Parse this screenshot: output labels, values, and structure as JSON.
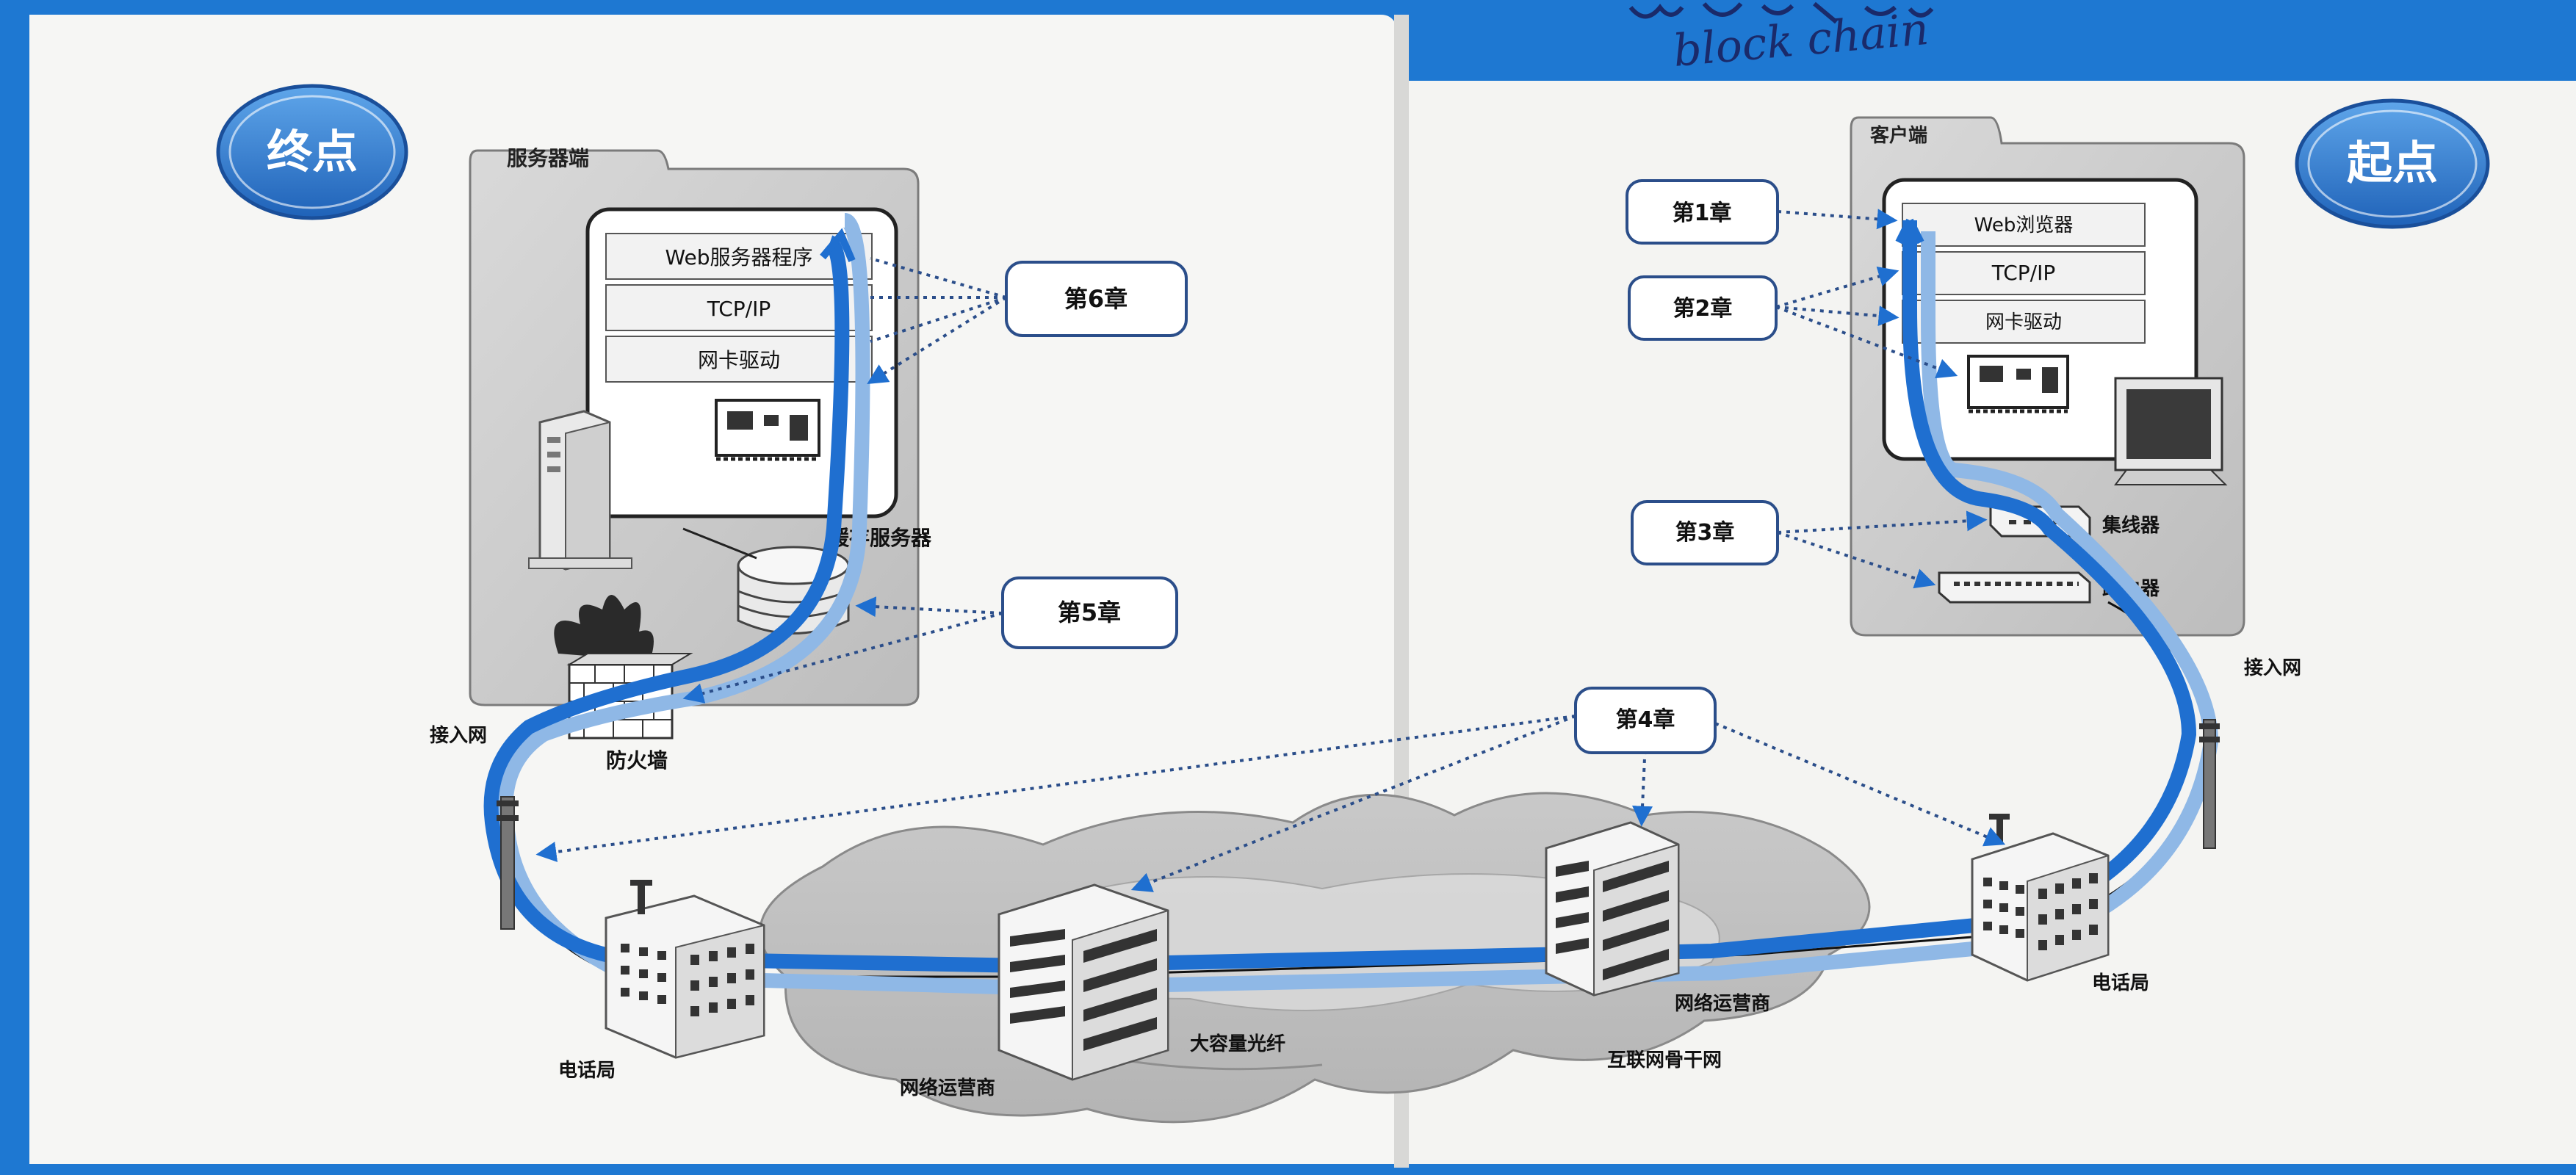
{
  "endpoints": {
    "end": "终点",
    "start": "起点"
  },
  "server_side": {
    "title": "服务器端",
    "layers": [
      "Web服务器程序",
      "TCP/IP",
      "网卡驱动"
    ],
    "cache_server": "缓存服务器",
    "firewall": "防火墙",
    "access_network": "接入网",
    "phone_office": "电话局",
    "carrier": "网络运营商"
  },
  "client_side": {
    "title": "客户端",
    "layers": [
      "Web浏览器",
      "TCP/IP",
      "网卡驱动"
    ],
    "hub": "集线器",
    "router": "路由器",
    "access_network": "接入网",
    "phone_office": "电话局",
    "carrier": "网络运营商"
  },
  "core": {
    "fiber": "大容量光纤",
    "backbone": "互联网骨干网"
  },
  "chapters": {
    "ch1": "第1章",
    "ch2": "第2章",
    "ch3": "第3章",
    "ch4": "第4章",
    "ch5": "第5章",
    "ch6": "第6章"
  },
  "handwriting": {
    "line2": "block chain"
  },
  "colors": {
    "page_border_blue": "#1f7fd4",
    "path_dark": "#1f6fd0",
    "path_light": "#8fb8e6",
    "chapter_border": "#2b4e8a",
    "badge_fill": "#2f77cc"
  },
  "icons": [
    "server-tower-icon",
    "network-card-icon",
    "database-icon",
    "fire-icon",
    "brick-wall-icon",
    "antenna-tower-icon",
    "office-building-icon",
    "monitor-icon",
    "hub-icon",
    "router-icon",
    "cloud-icon"
  ]
}
